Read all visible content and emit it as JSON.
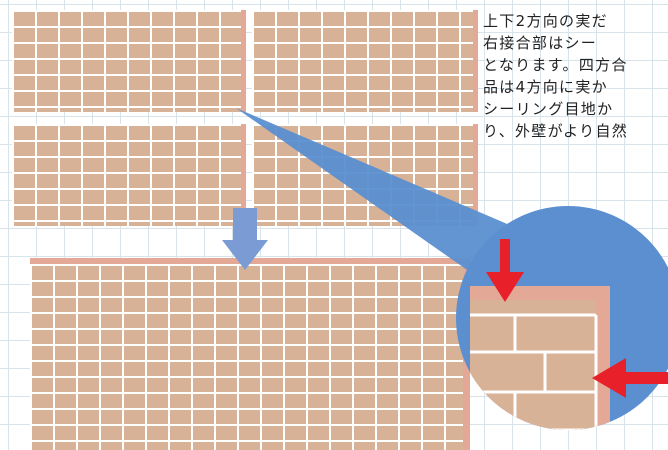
{
  "description_lines": [
    "上下2方向の実だ",
    "右接合部はシー",
    "となります。四方合",
    "品は4方向に実か",
    "シーリング目地か",
    "り、外壁がより自然"
  ],
  "colors": {
    "brick": "#d8b296",
    "joint": "#ffffff",
    "panel_edge": "#e3a896",
    "pointer_blue": "#5b8fd0",
    "arrow_blue": "#7a9bd4",
    "marker_red": "#e8202a"
  },
  "icons": [
    "down-arrow-icon",
    "red-arrow-down-icon",
    "red-arrow-left-icon"
  ]
}
